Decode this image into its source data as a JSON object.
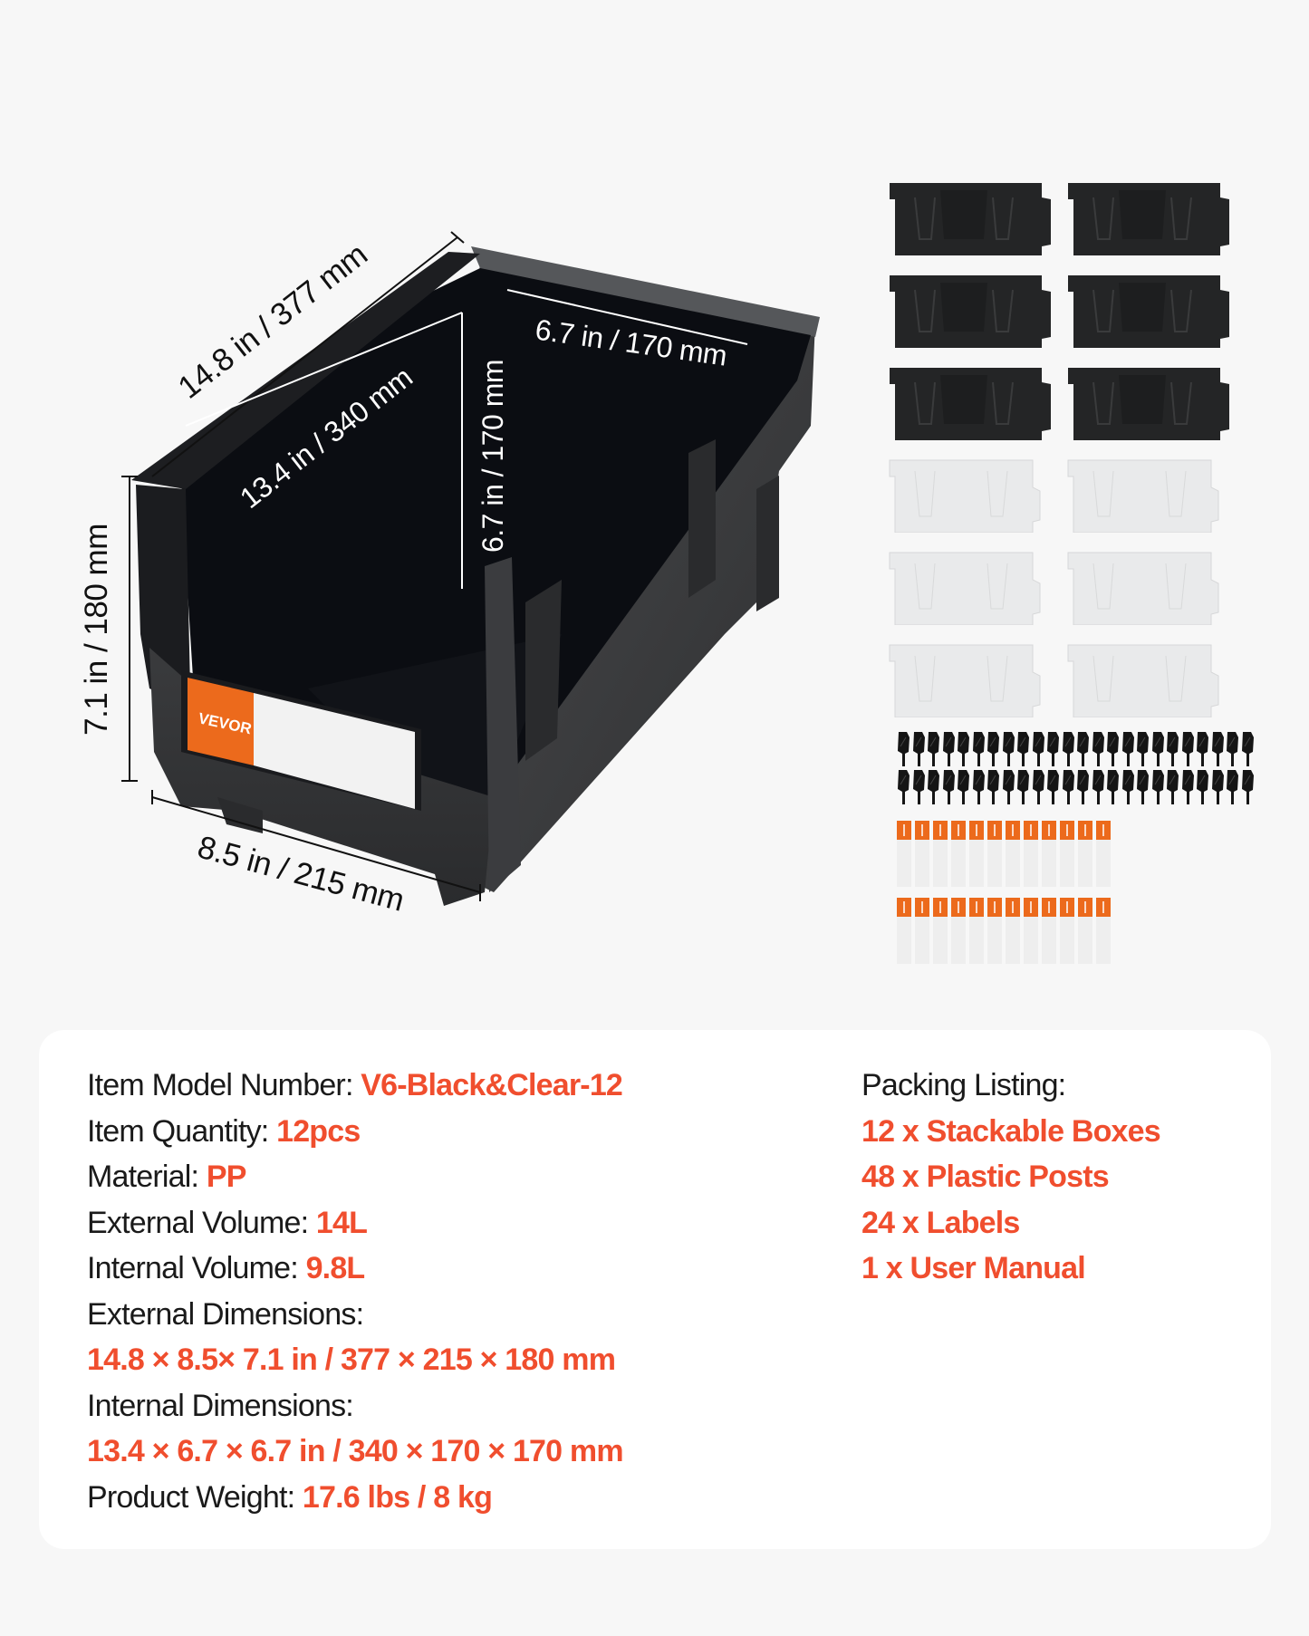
{
  "brand": {
    "name": "VEVOR",
    "accent_color": "#f04e2e",
    "label_orange": "#ec6a1c"
  },
  "diagram": {
    "external_length": "14.8 in / 377 mm",
    "external_height": "7.1 in / 180 mm",
    "external_width": "8.5 in / 215 mm",
    "internal_length": "13.4 in / 340 mm",
    "internal_height": "6.7 in / 170 mm",
    "internal_width": "6.7 in / 170 mm",
    "bin_label_logo": "VEVOR"
  },
  "contents_preview": {
    "black_bins": 6,
    "clear_bins": 6,
    "posts_per_row": 24,
    "post_rows": 2,
    "labels_per_row": 12,
    "label_rows": 2
  },
  "specs": {
    "model": {
      "key": "Item Model Number: ",
      "value": "V6-Black&Clear-12"
    },
    "quantity": {
      "key": "Item Quantity: ",
      "value": "12pcs"
    },
    "material": {
      "key": "Material: ",
      "value": "PP"
    },
    "external_volume": {
      "key": "External Volume: ",
      "value": "14L"
    },
    "internal_volume": {
      "key": "Internal Volume: ",
      "value": "9.8L"
    },
    "external_dimensions": {
      "key": "External Dimensions:",
      "value": "14.8 × 8.5× 7.1 in / 377 × 215 × 180 mm"
    },
    "internal_dimensions": {
      "key": "Internal Dimensions:",
      "value": "13.4 × 6.7 × 6.7 in / 340 × 170 × 170 mm"
    },
    "weight": {
      "key": "Product Weight: ",
      "value": "17.6 lbs / 8 kg"
    }
  },
  "packing": {
    "title": "Packing Listing:",
    "items": [
      "12 x Stackable Boxes",
      "48 x Plastic Posts",
      "24 x Labels",
      "1 x User Manual"
    ]
  }
}
